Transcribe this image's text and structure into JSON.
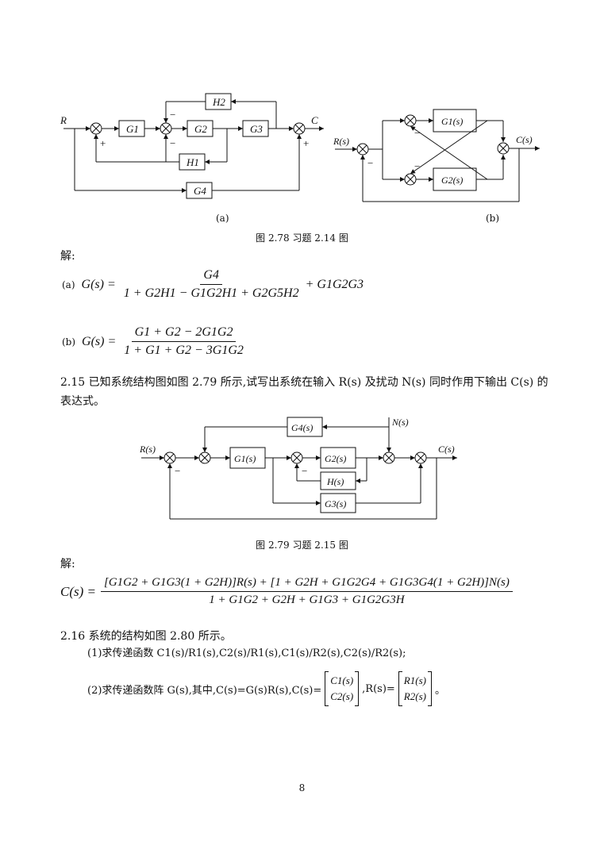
{
  "figure_278": {
    "a": {
      "signals": {
        "input": "R",
        "output": "C"
      },
      "blocks": [
        "G1",
        "G2",
        "G3",
        "H2",
        "H1",
        "G4"
      ],
      "signs": [
        "+",
        "−",
        "−",
        "+"
      ],
      "label": "(a)"
    },
    "b": {
      "signals": {
        "input": "R(s)",
        "output": "C(s)"
      },
      "blocks": [
        "G1(s)",
        "G2(s)"
      ],
      "signs": [
        "−",
        "−",
        "−"
      ],
      "label": "(b)"
    },
    "caption": "图 2.78 习题 2.14 图"
  },
  "solution_1": {
    "label": "解:",
    "a": {
      "tag": "(a)",
      "lhs": "G(s) =",
      "numerator": "G4",
      "denominator": "1 + G2H1 − G1G2H1 + G2G5H2",
      "tail": "+ G1G2G3"
    },
    "b": {
      "tag": "(b)",
      "lhs": "G(s) =",
      "numerator": "G1 + G2 − 2G1G2",
      "denominator": "1 + G1 + G2 − 3G1G2"
    }
  },
  "problem_215": {
    "text": "2.15   已知系统结构图如图 2.79 所示,试写出系统在输入 R(s) 及扰动 N(s) 同时作用下输出 C(s) 的表达式。"
  },
  "figure_279": {
    "signals": {
      "input": "R(s)",
      "disturbance": "N(s)",
      "output": "C(s)"
    },
    "blocks": [
      "G4(s)",
      "G1(s)",
      "G2(s)",
      "H(s)",
      "G3(s)"
    ],
    "signs": [
      "−",
      "−"
    ],
    "caption": "图 2.79 习题 2.15 图"
  },
  "solution_2": {
    "label": "解:",
    "lhs": "C(s) =",
    "numerator": "[G1G2 + G1G3(1 + G2H)]R(s) + [1 + G2H + G1G2G4 + G1G3G4(1 + G2H)]N(s)",
    "denominator": "1 + G1G2 + G2H + G1G3 + G1G2G3H"
  },
  "problem_216": {
    "heading": "2.16   系统的结构如图 2.80 所示。",
    "item1": "(1)求传递函数 C1(s)/R1(s),C2(s)/R1(s),C1(s)/R2(s),C2(s)/R2(s);",
    "item2_prefix": "(2)求传递函数阵 G(s),其中,C(s)=G(s)R(s),C(s)=",
    "item2_mid": ",R(s)=",
    "item2_end": "。",
    "C_vector": [
      "C1(s)",
      "C2(s)"
    ],
    "R_vector": [
      "R1(s)",
      "R2(s)"
    ]
  },
  "page_number": "8"
}
